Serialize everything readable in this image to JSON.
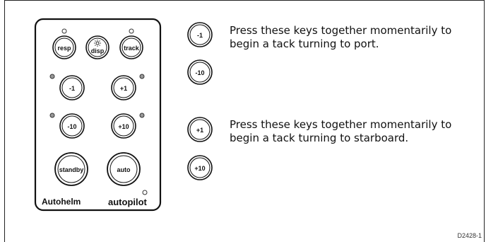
{
  "keypad": {
    "keys": {
      "resp": "resp",
      "disp": "disp",
      "track": "track",
      "minus1": "-1",
      "plus1": "+1",
      "minus10": "-10",
      "plus10": "+10",
      "standby": "standby",
      "auto": "auto"
    },
    "brand": "Autohelm",
    "model": "autopilot"
  },
  "instructions": {
    "port": {
      "keys": [
        "-1",
        "-10"
      ],
      "text": "Press these keys together momentarily to begin a tack turning to port."
    },
    "starboard": {
      "keys": [
        "+1",
        "+10"
      ],
      "text": "Press these keys together momentarily to begin a tack turning to starboard."
    }
  },
  "figure_ref": "D2428-1"
}
